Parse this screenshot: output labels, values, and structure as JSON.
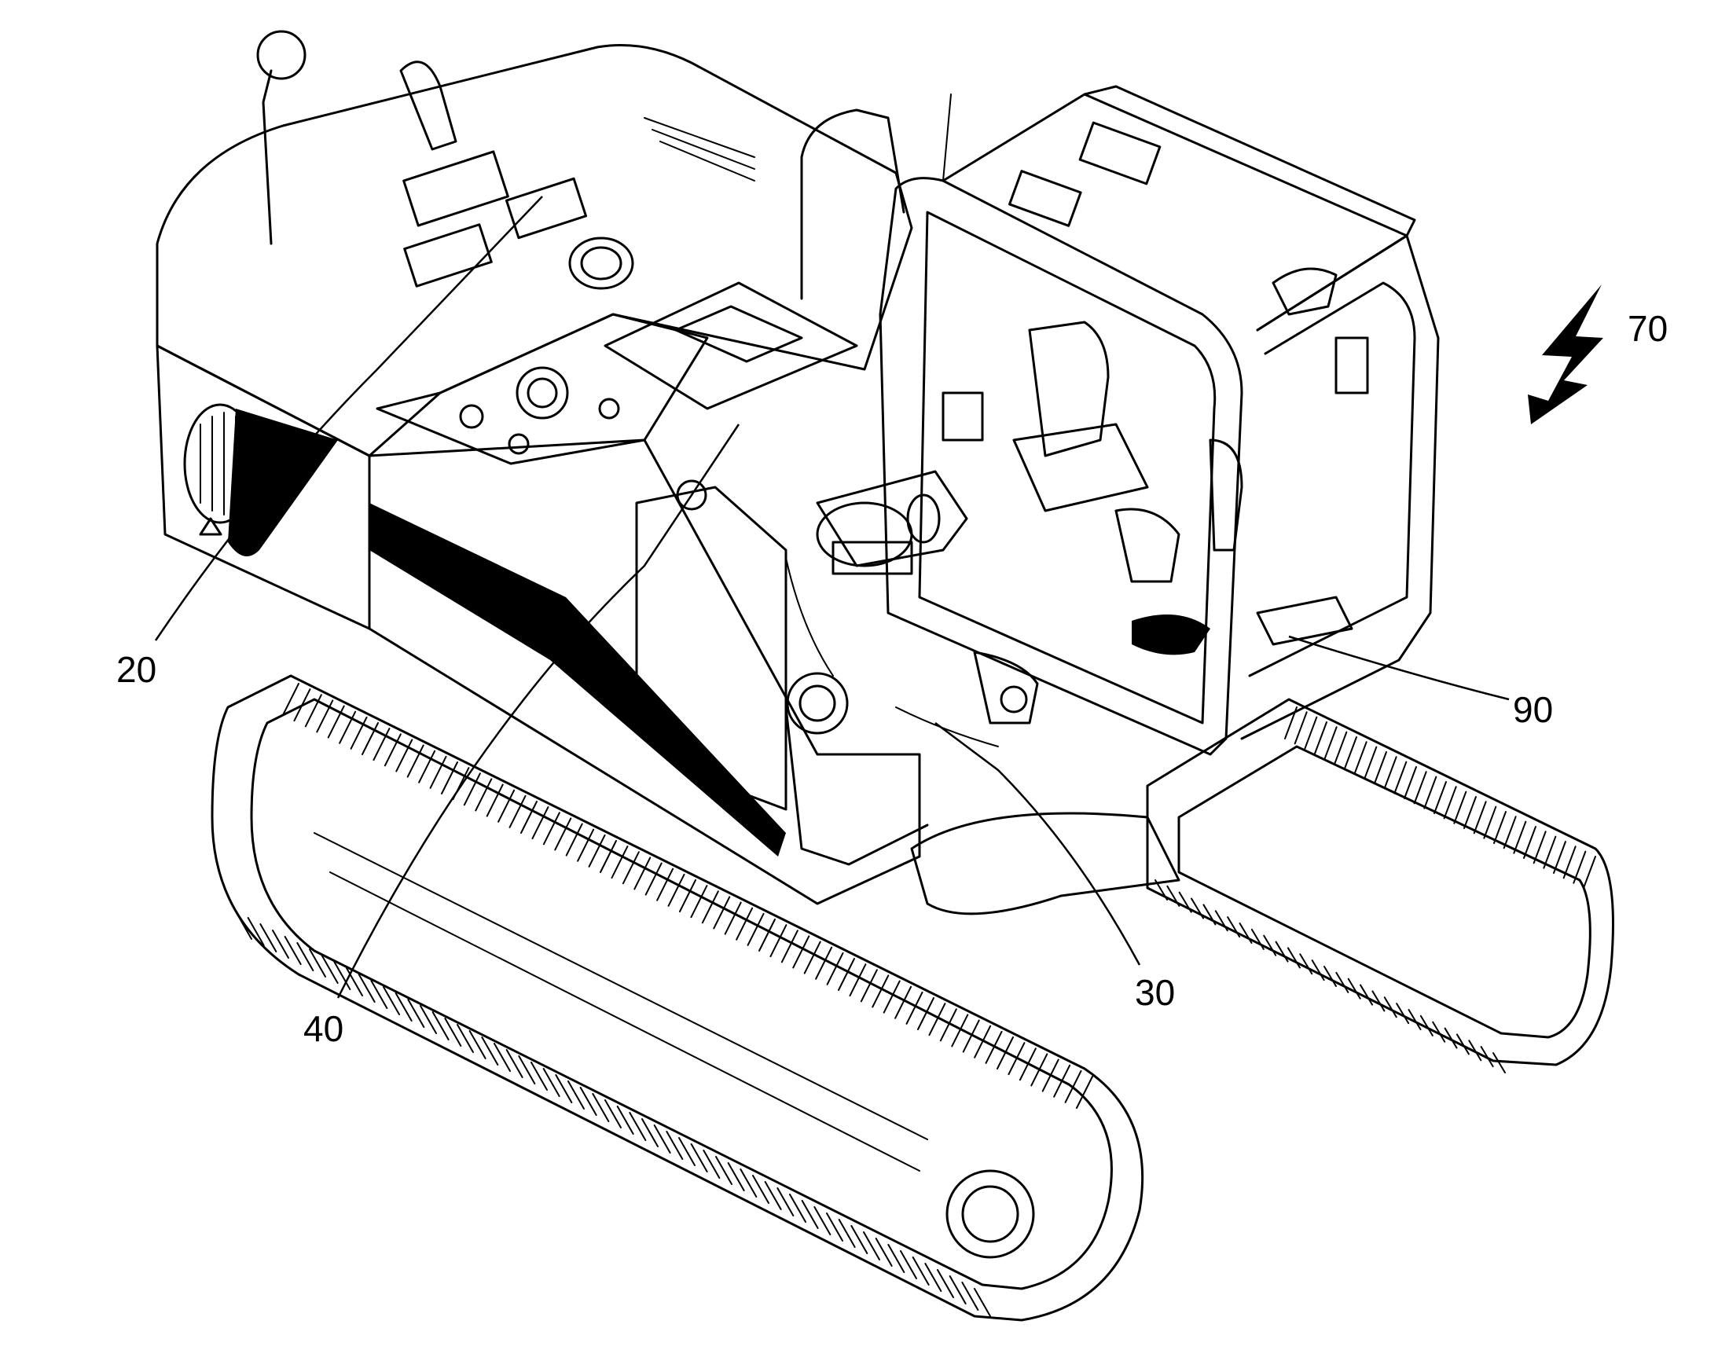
{
  "figure": {
    "reference_labels": {
      "upper_structure": "20",
      "connection_area": "30",
      "hydraulic_lines": "40",
      "direction_arrow": "70",
      "cab_floor": "90"
    },
    "subject_icon": "excavator-line-drawing",
    "arrow_icon": "lightning-arrow-icon",
    "ink_color": "#000000",
    "background_color": "#ffffff"
  }
}
